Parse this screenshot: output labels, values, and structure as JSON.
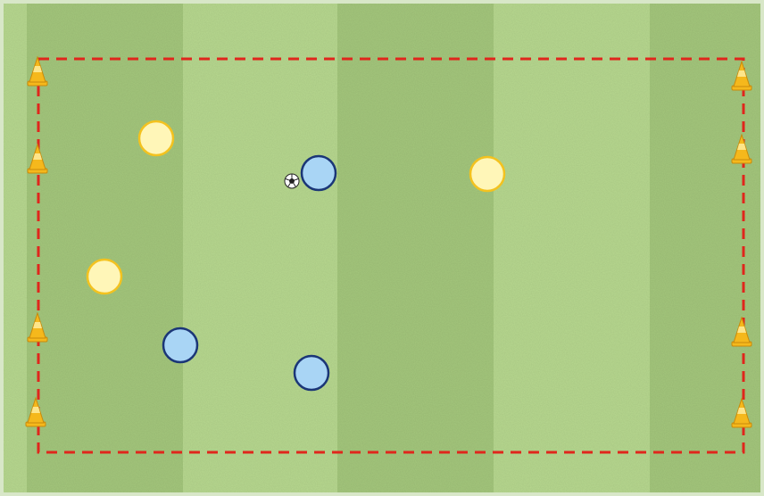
{
  "pitch": {
    "stripe_colors": [
      "#b7d88f",
      "#a4c77c"
    ],
    "border_color": "#d8e7c8",
    "zone_line_color": "#e0261c"
  },
  "players": [
    {
      "team": "yellow",
      "fill": "#fff6b8",
      "stroke": "#f3c21f"
    },
    {
      "team": "yellow",
      "fill": "#fff6b8",
      "stroke": "#f3c21f"
    },
    {
      "team": "yellow",
      "fill": "#fff6b8",
      "stroke": "#f3c21f"
    },
    {
      "team": "blue",
      "fill": "#a9d5f5",
      "stroke": "#1b3677",
      "has_ball": true
    },
    {
      "team": "blue",
      "fill": "#a9d5f5",
      "stroke": "#1b3677"
    },
    {
      "team": "blue",
      "fill": "#a9d5f5",
      "stroke": "#1b3677"
    }
  ],
  "cones": {
    "count": 8,
    "color": "#f5b81c",
    "outline": "#c98a0b"
  },
  "ball": {
    "icon": "soccer-ball-icon"
  }
}
